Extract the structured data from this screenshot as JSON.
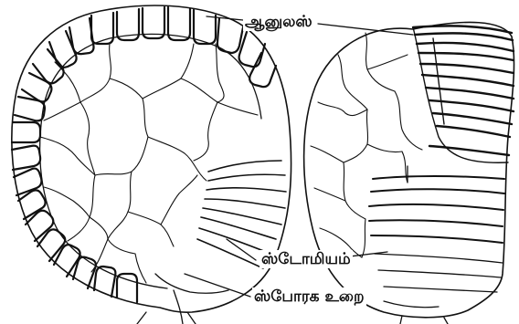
{
  "labels": {
    "annulus": "ஆனுலஸ்",
    "stomium": "ஸ்டோமியம்",
    "sporangium_wall": "ஸ்போரக உறை"
  },
  "colors": {
    "ink": "#111111",
    "background": "#ffffff"
  }
}
